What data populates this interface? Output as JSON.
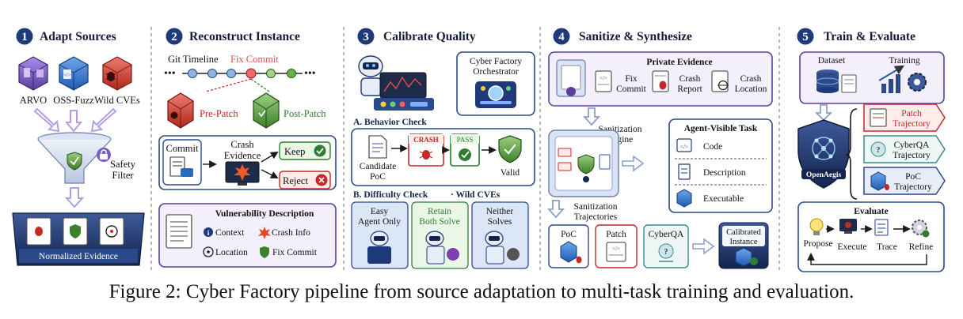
{
  "caption": "Figure 2: Cyber Factory pipeline from source adaptation to multi-task training and evaluation.",
  "colors": {
    "navy": "#1f3a7a",
    "red": "#c62828",
    "green": "#2e7d32",
    "purple": "#5b3fa0",
    "light_blue": "#dbe7f7"
  },
  "stages": [
    {
      "num": "1",
      "title": "Adapt Sources"
    },
    {
      "num": "2",
      "title": "Reconstruct Instance"
    },
    {
      "num": "3",
      "title": "Calibrate Quality"
    },
    {
      "num": "4",
      "title": "Sanitize & Synthesize"
    },
    {
      "num": "5",
      "title": "Train & Evaluate"
    }
  ],
  "s1": {
    "sources": [
      "ARVO",
      "OSS-Fuzz",
      "Wild CVEs"
    ],
    "filter_label": [
      "Safety",
      "Filter"
    ],
    "tray_label": "Normalized Evidence"
  },
  "s2": {
    "timeline_label": "Git Timeline",
    "fix_commit": "Fix Commit",
    "pre_patch": "Pre-Patch",
    "post_patch": "Post-Patch",
    "commit": "Commit",
    "crash_evidence": [
      "Crash",
      "Evidence"
    ],
    "keep": "Keep",
    "reject": "Reject",
    "vd_title": "Vulnerability Description",
    "vd_items": [
      "Context",
      "Crash Info",
      "Location",
      "Fix Commit"
    ]
  },
  "s3": {
    "orchestrator": [
      "Cyber Factory",
      "Orchestrator"
    ],
    "behavior_check": "A. Behavior Check",
    "candidate": [
      "Candidate",
      "PoC"
    ],
    "crash": "CRASH",
    "pass": "PASS",
    "valid": "Valid",
    "difficulty_check": "B. Difficulty Check",
    "wild_cves": "· Wild CVEs",
    "tiers": [
      [
        "Easy",
        "Agent Only"
      ],
      [
        "Retain",
        "Both Solve"
      ],
      [
        "Neither",
        "Solves"
      ]
    ]
  },
  "s4": {
    "private_title": "Private Evidence",
    "private_items": [
      [
        "Fix",
        "Commit"
      ],
      [
        "Crash",
        "Report"
      ],
      [
        "Crash",
        "Location"
      ]
    ],
    "engine": [
      "Sanitization",
      "Engine"
    ],
    "task_title": "Agent-Visible Task",
    "task_items": [
      "Code",
      "Description",
      "Executable"
    ],
    "trajectories": [
      "Sanitization",
      "Trajectories"
    ],
    "outputs": [
      "PoC",
      "Patch",
      "CyberQA"
    ],
    "calibrated": [
      "Calibrated",
      "Instance"
    ]
  },
  "s5": {
    "dataset": "Dataset",
    "training": "Training",
    "model": "OpenAegis",
    "trajectories": [
      [
        "Patch",
        "Trajectory"
      ],
      [
        "CyberQA",
        "Trajectory"
      ],
      [
        "PoC",
        "Trajectory"
      ]
    ],
    "evaluate_title": "Evaluate",
    "loop": [
      "Propose",
      "Execute",
      "Trace",
      "Refine"
    ]
  }
}
